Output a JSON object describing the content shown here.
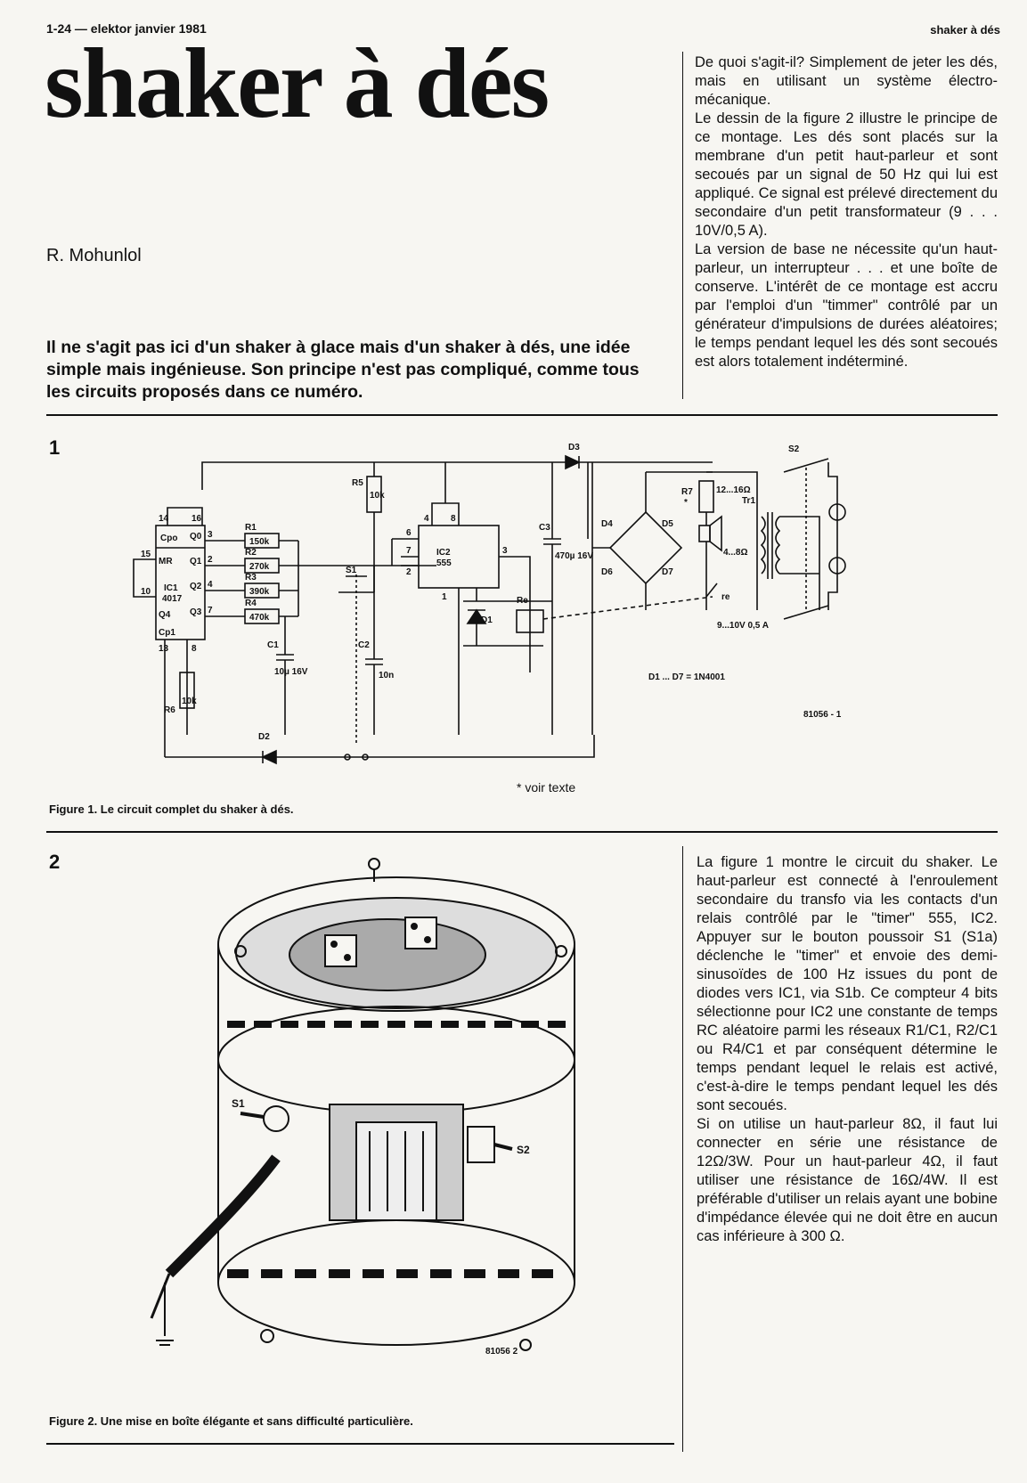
{
  "header": {
    "left": "1-24 — elektor janvier 1981",
    "right": "shaker à dés"
  },
  "title": "shaker à dés",
  "author": "R. Mohunlol",
  "lead": "Il ne s'agit pas ici d'un shaker à glace mais d'un shaker à dés, une idée simple mais ingénieuse. Son principe n'est pas compliqué, comme tous les circuits proposés dans ce numéro.",
  "column_top": [
    "De quoi s'agit-il? Simplement de jeter les dés, mais en utilisant un système électro-mécanique.",
    "Le dessin de la figure 2 illustre le principe de ce montage. Les dés sont placés sur la membrane d'un petit haut-parleur et sont secoués par un signal de 50 Hz qui lui est appliqué. Ce signal est prélevé directement du secondaire d'un petit transformateur (9 . . . 10V/0,5 A).",
    "La version de base ne nécessite qu'un haut-parleur, un interrupteur . . . et une boîte de conserve. L'intérêt de ce montage est accru par l'emploi d'un \"timmer\" contrôlé par un générateur d'impulsions de durées aléatoires; le temps pendant lequel les dés sont secoués est alors totalement indéterminé."
  ],
  "column_bottom": [
    "La figure 1 montre le circuit du shaker. Le haut-parleur est connecté à l'enroulement secondaire du transfo via les contacts d'un relais contrôlé par le \"timer\" 555, IC2. Appuyer sur le bouton poussoir S1 (S1a) déclenche le \"timer\" et envoie des demi-sinusoïdes de 100 Hz issues du pont de diodes vers IC1, via S1b. Ce compteur 4 bits sélectionne pour IC2 une constante de temps RC aléatoire parmi les réseaux R1/C1, R2/C1 ou R4/C1 et par conséquent détermine le temps pendant lequel le relais est activé, c'est-à-dire le temps pendant lequel les dés sont secoués.",
    "Si on utilise un haut-parleur 8Ω, il faut lui connecter en série une résistance de 12Ω/3W. Pour un haut-parleur 4Ω, il faut utiliser une résistance de 16Ω/4W. Il est préférable d'utiliser un relais ayant une bobine d'impédance élevée qui ne doit être en aucun cas inférieure à 300 Ω."
  ],
  "figure1": {
    "number": "1",
    "caption": "Figure 1. Le circuit complet du shaker à dés.",
    "note": "* voir texte",
    "ref": "81056 - 1",
    "diode_note": "D1 ... D7 = 1N4001",
    "labels": {
      "ic1": "IC1",
      "ic1_part": "4017",
      "ic2": "IC2",
      "ic2_part": "555",
      "r1": "R1",
      "r1v": "150k",
      "r2": "R2",
      "r2v": "270k",
      "r3": "R3",
      "r3v": "390k",
      "r4": "R4",
      "r4v": "470k",
      "r5": "R5",
      "r5v": "10k",
      "r6": "R6",
      "r6v": "10k",
      "r7": "R7",
      "r7star": "*",
      "r7v": "12...16Ω",
      "c1": "C1",
      "c1v": "10µ 16V",
      "c2": "C2",
      "c2v": "10n",
      "c3": "C3",
      "c3v": "470µ 16V",
      "d1": "D1",
      "d2": "D2",
      "d3": "D3",
      "d4": "D4",
      "d5": "D5",
      "d6": "D6",
      "d7": "D7",
      "s1": "S1",
      "s2": "S2",
      "re": "Re",
      "re_contact": "re",
      "tr1": "Tr1",
      "spk_value": "4...8Ω",
      "tr_out": "9...10V 0,5 A",
      "cpo": "Cpo",
      "mr": "MR",
      "cp1": "Cp1",
      "q4": "Q4",
      "q0": "Q0",
      "q1": "Q1",
      "q2": "Q2",
      "q3": "Q3",
      "p14": "14",
      "p16": "16",
      "p15": "15",
      "p10": "10",
      "p13": "13",
      "p8": "8",
      "p3": "3",
      "p2": "2",
      "p4": "4",
      "p7": "7",
      "ic2_p4": "4",
      "ic2_p8": "8",
      "ic2_p6": "6",
      "ic2_p7": "7",
      "ic2_p2": "2",
      "ic2_p3": "3",
      "ic2_p1": "1"
    }
  },
  "figure2": {
    "number": "2",
    "caption": "Figure 2. Une mise en boîte élégante et sans difficulté particulière.",
    "ref": "81056 2",
    "s1": "S1",
    "s2": "S2"
  }
}
